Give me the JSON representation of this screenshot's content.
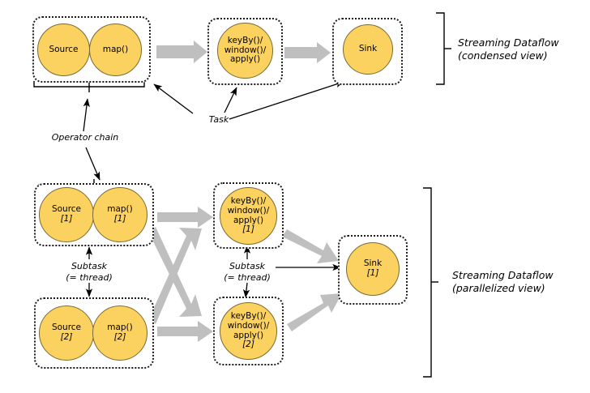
{
  "diagram": {
    "title_alt": "Apache Flink streaming dataflow: condensed and parallelized views",
    "colors": {
      "operator_fill": "#FBD25F",
      "operator_stroke": "#7A6A33",
      "box_stroke": "#1A1A1A",
      "thick_arrow": "#BFBFBF",
      "thin_arrow": "#000000",
      "background": "#FFFFFF"
    }
  },
  "condensed": {
    "group_label_line1": "Streaming Dataflow",
    "group_label_line2": "(condensed view)",
    "tasks": [
      {
        "name": "source-map-chain",
        "operators": [
          {
            "label": "Source",
            "index": ""
          },
          {
            "label": "map()",
            "index": ""
          }
        ]
      },
      {
        "name": "keyby-window-apply",
        "operators": [
          {
            "line1": "keyBy()/",
            "line2": "window()/",
            "line3": "apply()",
            "index": ""
          }
        ]
      },
      {
        "name": "sink",
        "operators": [
          {
            "label": "Sink",
            "index": ""
          }
        ]
      }
    ],
    "annotations": [
      {
        "name": "operator-chain-label",
        "text": "Operator chain"
      },
      {
        "name": "task-label",
        "text": "Task"
      }
    ]
  },
  "parallelized": {
    "group_label_line1": "Streaming Dataflow",
    "group_label_line2": "(parallelized view)",
    "tasks": [
      {
        "name": "source-map-chain-1",
        "operators": [
          {
            "label": "Source",
            "index": "[1]"
          },
          {
            "label": "map()",
            "index": "[1]"
          }
        ]
      },
      {
        "name": "source-map-chain-2",
        "operators": [
          {
            "label": "Source",
            "index": "[2]"
          },
          {
            "label": "map()",
            "index": "[2]"
          }
        ]
      },
      {
        "name": "keyby-window-apply-1",
        "operators": [
          {
            "line1": "keyBy()/",
            "line2": "window()/",
            "line3": "apply()",
            "index": "[1]"
          }
        ]
      },
      {
        "name": "keyby-window-apply-2",
        "operators": [
          {
            "line1": "keyBy()/",
            "line2": "window()/",
            "line3": "apply()",
            "index": "[2]"
          }
        ]
      },
      {
        "name": "sink-1",
        "operators": [
          {
            "label": "Sink",
            "index": "[1]"
          }
        ]
      }
    ],
    "annotations": [
      {
        "name": "subtask-label-left",
        "line1": "Subtask",
        "line2": "(= thread)"
      },
      {
        "name": "subtask-label-right",
        "line1": "Subtask",
        "line2": "(= thread)"
      }
    ]
  }
}
